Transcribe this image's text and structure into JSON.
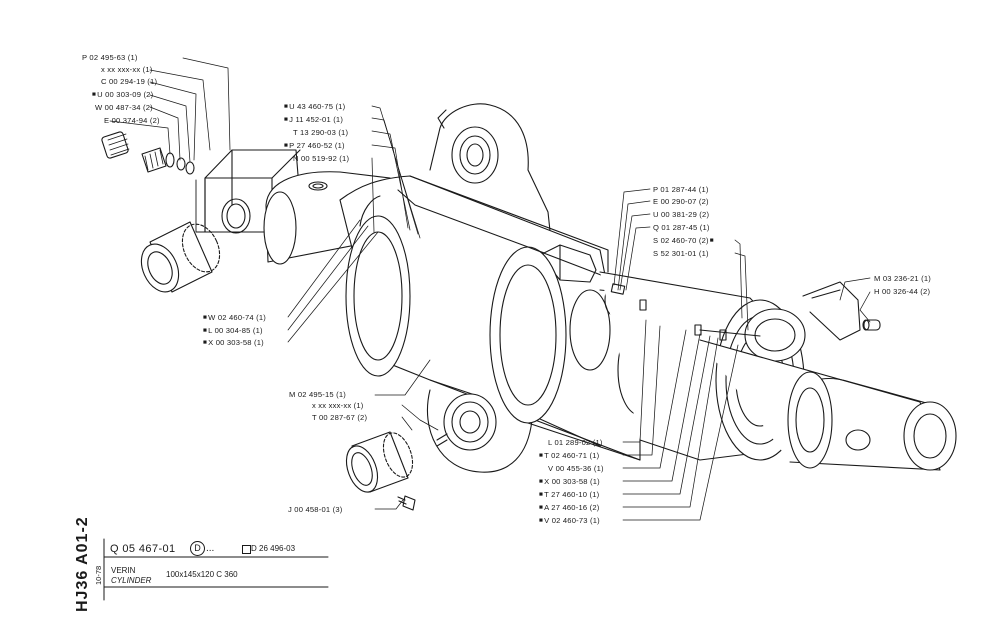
{
  "sheet": {
    "side_code": "HJ36 A01-2",
    "side_date": "10-78"
  },
  "title_block": {
    "part_number": "Q 05 467-01",
    "circled_letter": "D",
    "dots": "...",
    "reference": "D 26 496-03",
    "name_fr": "VERIN",
    "name_en": "CYLINDER",
    "dimensions": "100x145x120  C 360"
  },
  "callouts": {
    "top_left": [
      "P 02 495-63 (1)",
      "x xx xxx-xx (1)",
      "C 00 294-19 (1)",
      "U 00 303-09 (2)",
      "W 00 487-34 (2)",
      "E 00 374-94 (2)"
    ],
    "top_middle": [
      "U 43 460-75 (1)",
      "J 11 452-01 (1)",
      "T 13 290-03 (1)",
      "P 27 460-52 (1)",
      "N 00 519-92 (1)"
    ],
    "left_middle": [
      "W 02 460-74 (1)",
      "L 00 304-85 (1)",
      "X 00 303-58 (1)"
    ],
    "body": [
      "M 02 495-15 (1)",
      "x xx xxx-xx (1)",
      "T 00 287-67 (2)"
    ],
    "grease": "J 00 458-01 (3)",
    "right_top": [
      "P 01 287-44 (1)",
      "E 00 290-07 (2)",
      "U 00 381-29 (2)",
      "Q 01 287-45 (1)",
      "S 02 460-70 (2)",
      "S 52 301-01 (1)"
    ],
    "far_right": [
      "M 03 236-21 (1)",
      "H 00 326-44 (2)"
    ],
    "bottom_right": [
      "L 01 289-02 (1)",
      "T 02 460-71 (1)",
      "V 00 455-36 (1)",
      "X 00 303-58 (1)",
      "T 27 460-10 (1)",
      "A 27 460-16 (2)",
      "V 02 460-73 (1)"
    ]
  }
}
